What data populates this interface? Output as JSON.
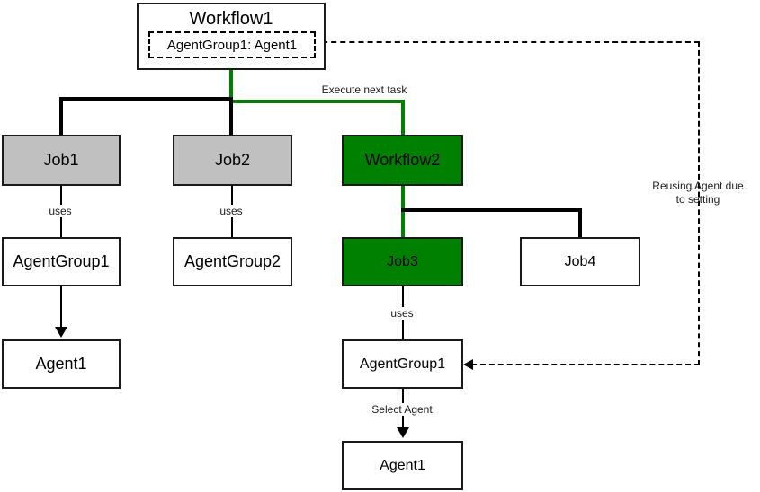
{
  "diagram": {
    "type": "flow-diagram",
    "colors": {
      "green": "#008000",
      "gray": "#c0c0c0",
      "white": "#ffffff",
      "stroke": "#1a1a1a"
    },
    "root": {
      "title": "Workflow1",
      "binding": "AgentGroup1: Agent1"
    },
    "nodes": [
      {
        "id": "job1",
        "label": "Job1",
        "style": "gray"
      },
      {
        "id": "job2",
        "label": "Job2",
        "style": "gray"
      },
      {
        "id": "workflow2",
        "label": "Workflow2",
        "style": "green"
      },
      {
        "id": "agentgroup1",
        "label": "AgentGroup1",
        "style": "white"
      },
      {
        "id": "agentgroup2",
        "label": "AgentGroup2",
        "style": "white"
      },
      {
        "id": "agent1",
        "label": "Agent1",
        "style": "white"
      },
      {
        "id": "job3",
        "label": "Job3",
        "style": "green"
      },
      {
        "id": "job4",
        "label": "Job4",
        "style": "white"
      },
      {
        "id": "agentgroup1b",
        "label": "AgentGroup1",
        "style": "white"
      },
      {
        "id": "agent1b",
        "label": "Agent1",
        "style": "white"
      }
    ],
    "edge_labels": {
      "execute_next_task": "Execute next task",
      "uses_job1": "uses",
      "uses_job2": "uses",
      "uses_job3": "uses",
      "select_agent": "Select Agent"
    },
    "notes": {
      "reuse_line1": "Reusing Agent due",
      "reuse_line2": "to setting"
    }
  }
}
